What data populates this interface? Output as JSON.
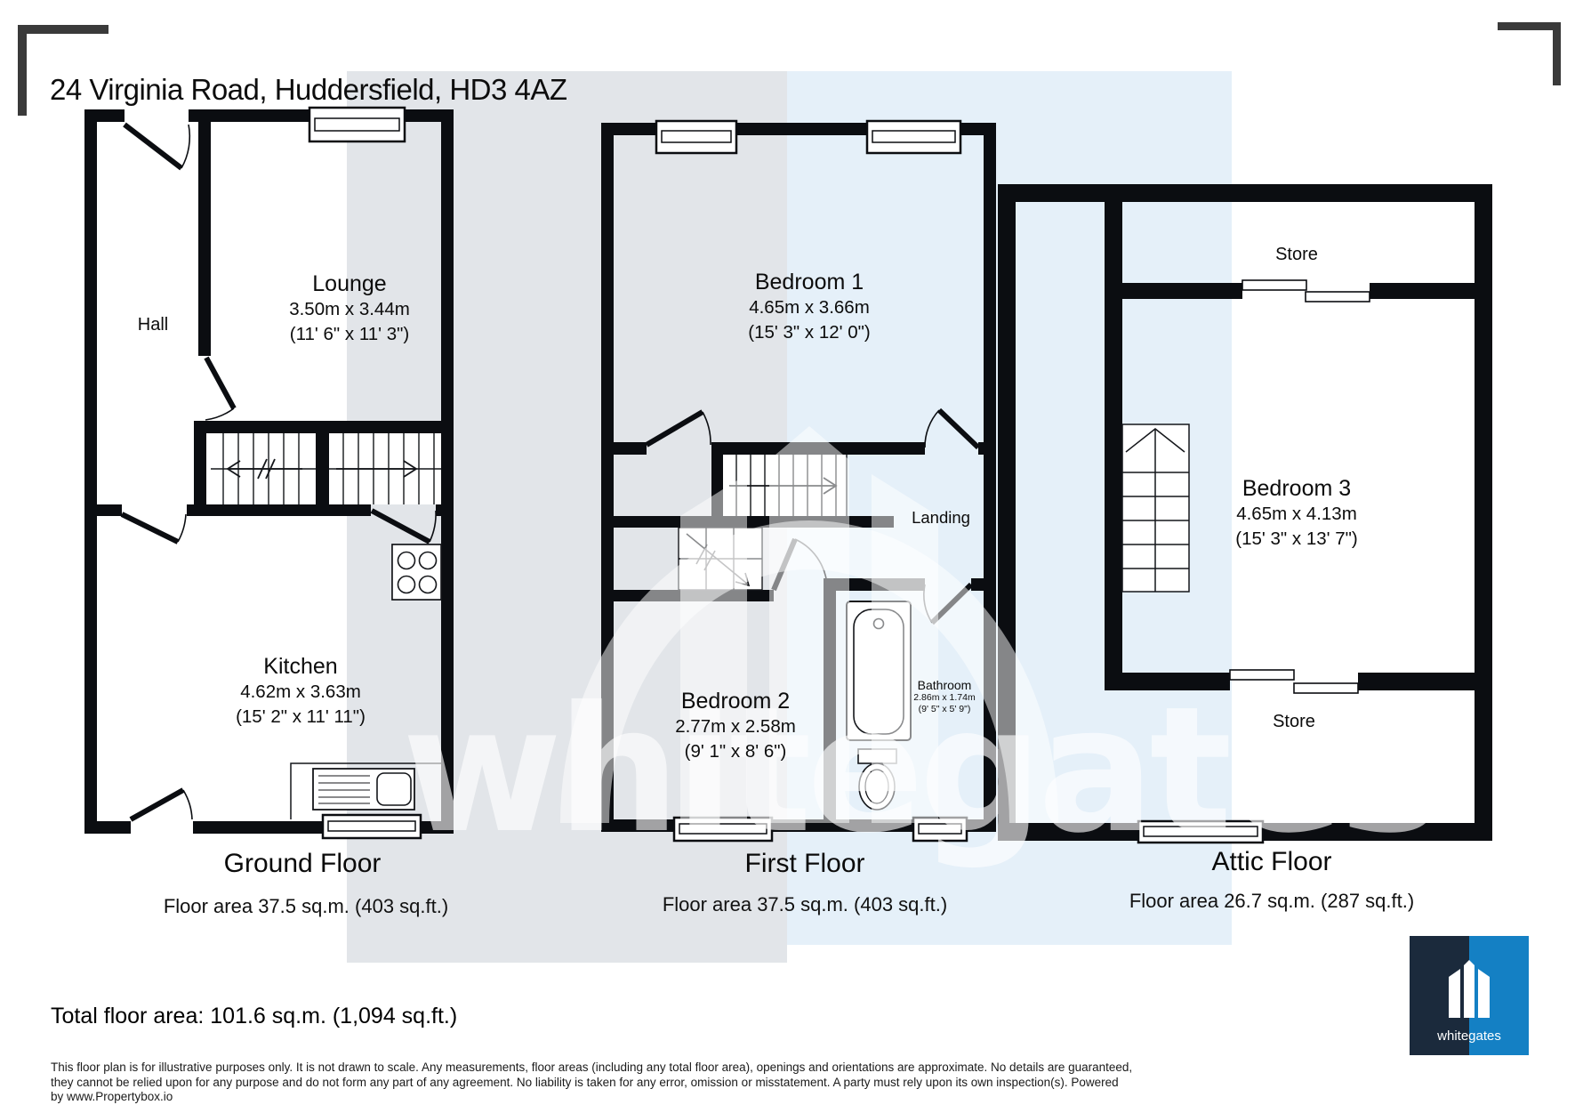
{
  "header": {
    "title": "24 Virginia Road, Huddersfield, HD3 4AZ"
  },
  "floors": [
    {
      "title": "Ground Floor",
      "area": "Floor area 37.5 sq.m. (403 sq.ft.)",
      "rooms": {
        "lounge": {
          "name": "Lounge",
          "m": "3.50m x 3.44m",
          "ft": "(11' 6\" x 11' 3\")"
        },
        "hall": {
          "name": "Hall"
        },
        "kitchen": {
          "name": "Kitchen",
          "m": "4.62m x 3.63m",
          "ft": "(15' 2\" x 11' 11\")"
        }
      }
    },
    {
      "title": "First Floor",
      "area": "Floor area 37.5 sq.m. (403 sq.ft.)",
      "rooms": {
        "bedroom1": {
          "name": "Bedroom 1",
          "m": "4.65m x 3.66m",
          "ft": "(15' 3\" x 12' 0\")"
        },
        "landing": {
          "name": "Landing"
        },
        "bedroom2": {
          "name": "Bedroom 2",
          "m": "2.77m x 2.58m",
          "ft": "(9' 1\" x 8' 6\")"
        },
        "bathroom": {
          "name": "Bathroom",
          "m": "2.86m x 1.74m",
          "ft": "(9' 5\" x 5' 9\")"
        }
      }
    },
    {
      "title": "Attic Floor",
      "area": "Floor area 26.7 sq.m. (287 sq.ft.)",
      "rooms": {
        "store_top": {
          "name": "Store"
        },
        "bedroom3": {
          "name": "Bedroom 3",
          "m": "4.65m x 4.13m",
          "ft": "(15' 3\" x 13' 7\")"
        },
        "store_bottom": {
          "name": "Store"
        }
      }
    }
  ],
  "footer": {
    "total": "Total floor area: 101.6 sq.m. (1,094 sq.ft.)",
    "disclaimer": [
      "This floor plan is for illustrative purposes only. It is not drawn to scale. Any measurements, floor areas (including any total floor area), openings and orientations are approximate. No details are guaranteed,",
      "they cannot be relied upon for any purpose and do not form any part of any agreement. No liability is taken for any error, omission or misstatement. A party must rely upon its own inspection(s). Powered",
      "by www.Propertybox.io"
    ]
  },
  "watermark": {
    "text": "whitegates"
  },
  "logo": {
    "text": "whitegates",
    "navy": "#1b2a3c",
    "blue": "#1480c4"
  },
  "colors": {
    "wall": "#0b0d11",
    "band_gray": "#e2e5e9",
    "band_blue": "#e5f0f9"
  }
}
